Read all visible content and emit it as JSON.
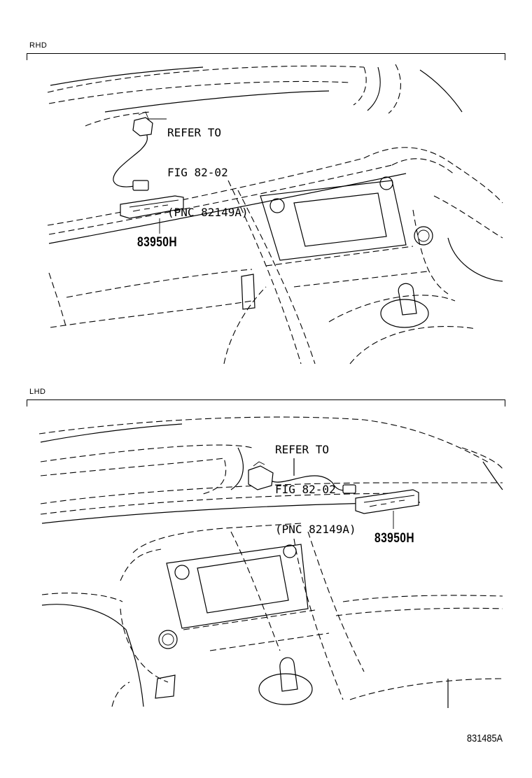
{
  "panels": [
    {
      "label": "RHD",
      "callout_lines": [
        "REFER TO",
        "FIG 82-02",
        "(PNC 82149A)"
      ],
      "part_number": "83950H"
    },
    {
      "label": "LHD",
      "callout_lines": [
        "REFER TO",
        "FIG 82-02",
        "(PNC 82149A)"
      ],
      "part_number": "83950H"
    }
  ],
  "drawing_id": "831485A"
}
